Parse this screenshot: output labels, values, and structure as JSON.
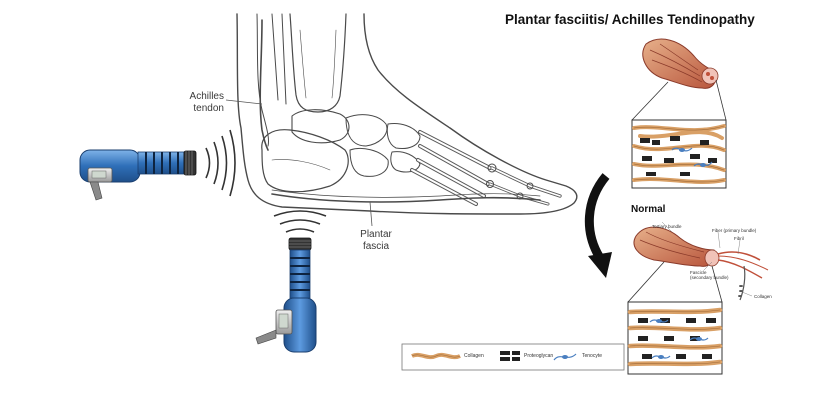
{
  "title": "Plantar fasciitis/ Achilles Tendinopathy",
  "labels": {
    "achilles": [
      "Achilles",
      "tendon"
    ],
    "plantar": [
      "Plantar",
      "fascia"
    ],
    "normal": "Normal"
  },
  "normal_annotations": {
    "tertiary_bundle": "Tertiary bundle",
    "fiber": "Fiber (primary bundle)",
    "fibril": "Fibril",
    "fascicle": [
      "Fascicle",
      "(secondary bundle)"
    ],
    "collagen": "Collagen"
  },
  "legend": {
    "collagen": "Collagen",
    "proteoglycan": "Proteoglycan",
    "tenocyte": "Tenocyte"
  },
  "colors": {
    "device_blue": "#2f6fb8",
    "tendon_orange": "#d9a066",
    "tendon_red": "#c0503a",
    "tenocyte_blue": "#4a7fc0"
  },
  "icons": [
    "shockwave-device-icon",
    "curved-arrow-icon"
  ]
}
